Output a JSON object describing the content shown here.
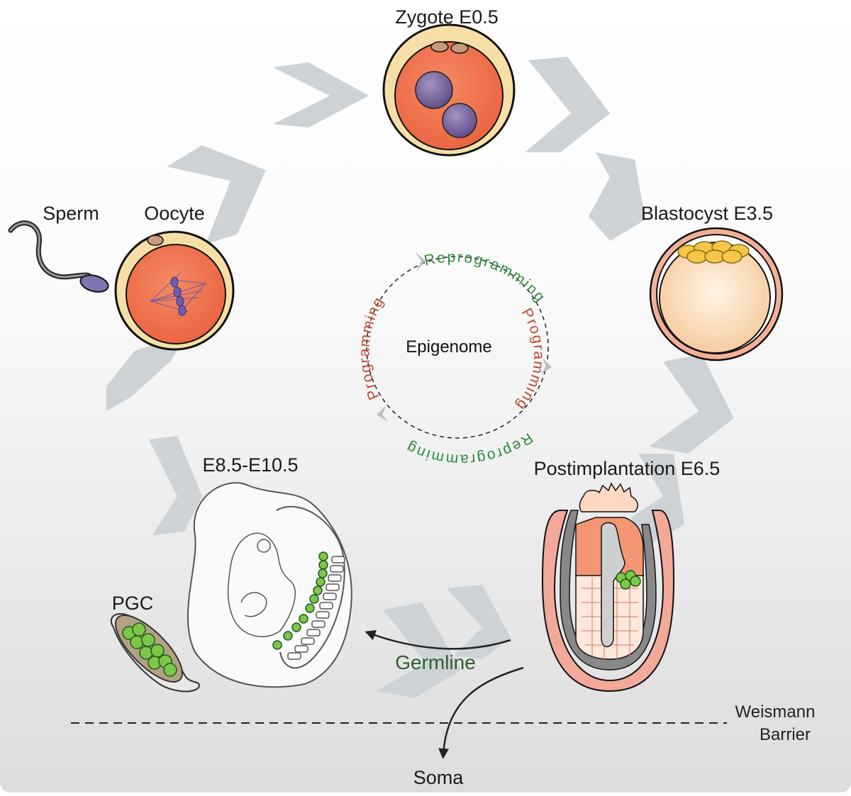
{
  "stages": {
    "zygote": "Zygote E0.5",
    "blastocyst": "Blastocyst E3.5",
    "postimplantation": "Postimplantation E6.5",
    "embryo": "E8.5-E10.5",
    "pgc": "PGC",
    "oocyte": "Oocyte",
    "sperm": "Sperm"
  },
  "center": {
    "title": "Epigenome",
    "reprogramming_top": "Reprogramming",
    "reprogramming_bottom": "Reprogramming",
    "programming_left": "Programming",
    "programming_right": "Programming"
  },
  "lineage": {
    "germline": "Germline",
    "soma": "Soma",
    "barrier": [
      "Weismann",
      "Barrier"
    ]
  },
  "colors": {
    "reprogramming": "#2e8b3e",
    "programming": "#c0482a",
    "germline": "#2e5e2a",
    "chevron": "#c9cfd3",
    "cell_orange": "#f07a55",
    "pgc_green": "#7cc64a"
  }
}
